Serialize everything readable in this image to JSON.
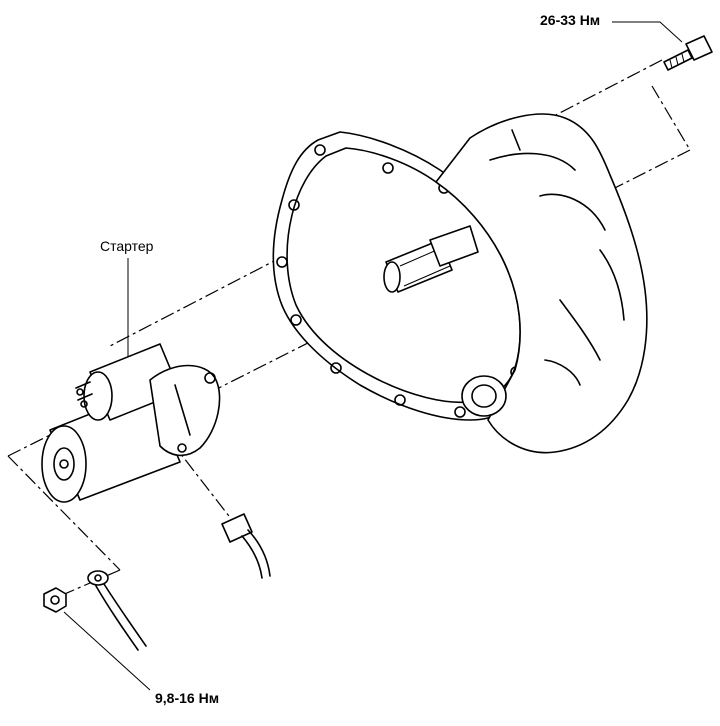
{
  "labels": {
    "torque_top": "26-33 Нм",
    "starter": "Стартер",
    "torque_bottom": "9,8-16 Нм"
  }
}
